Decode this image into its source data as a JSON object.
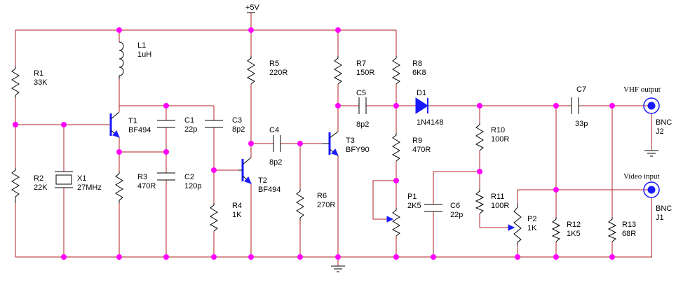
{
  "supply": "+5V",
  "components": {
    "R1": {
      "ref": "R1",
      "value": "33K"
    },
    "R2": {
      "ref": "R2",
      "value": "22K"
    },
    "X1": {
      "ref": "X1",
      "value": "27MHz"
    },
    "L1": {
      "ref": "L1",
      "value": "1uH"
    },
    "T1": {
      "ref": "T1",
      "value": "BF494"
    },
    "C1": {
      "ref": "C1",
      "value": "22p"
    },
    "C2": {
      "ref": "C2",
      "value": "120p"
    },
    "C3": {
      "ref": "C3",
      "value": "8p2"
    },
    "R3": {
      "ref": "R3",
      "value": "470R"
    },
    "R4": {
      "ref": "R4",
      "value": "1K"
    },
    "R5": {
      "ref": "R5",
      "value": "220R"
    },
    "T2": {
      "ref": "T2",
      "value": "BF494"
    },
    "C4": {
      "ref": "C4",
      "value": "8p2"
    },
    "R6": {
      "ref": "R6",
      "value": "270R"
    },
    "T3": {
      "ref": "T3",
      "value": "BFY90"
    },
    "R7": {
      "ref": "R7",
      "value": "150R"
    },
    "C5": {
      "ref": "C5",
      "value": "8p2"
    },
    "R8": {
      "ref": "R8",
      "value": "6K8"
    },
    "D1": {
      "ref": "D1",
      "value": "1N4148"
    },
    "R9": {
      "ref": "R9",
      "value": "470R"
    },
    "P1": {
      "ref": "P1",
      "value": "2K5"
    },
    "C6": {
      "ref": "C6",
      "value": "22p"
    },
    "R10": {
      "ref": "R10",
      "value": "100R"
    },
    "R11": {
      "ref": "R11",
      "value": "100R"
    },
    "P2": {
      "ref": "P2",
      "value": "1K"
    },
    "R12": {
      "ref": "R12",
      "value": "1K5"
    },
    "C7": {
      "ref": "C7",
      "value": "33p"
    },
    "R13": {
      "ref": "R13",
      "value": "68R"
    },
    "J2": {
      "ref": "J2",
      "value": "BNC",
      "title": "VHF output"
    },
    "J1": {
      "ref": "J1",
      "value": "BNC",
      "title": "Video input"
    }
  },
  "colors": {
    "wire": "#b02020",
    "node": "#ff00ff",
    "semiconductor": "#1a1aff"
  }
}
